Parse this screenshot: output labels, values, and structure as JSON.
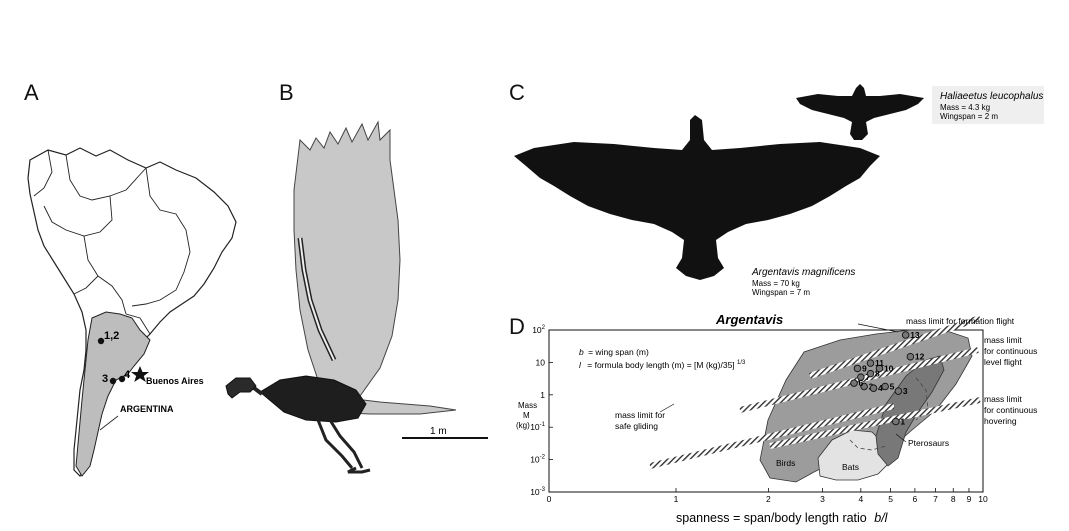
{
  "panels": {
    "a": {
      "letter": "A",
      "city_label": "Buenos Aires",
      "country_label": "ARGENTINA",
      "sites": [
        "1,2",
        "3",
        "4"
      ]
    },
    "b": {
      "letter": "B",
      "scale_label": "1 m"
    },
    "c": {
      "letter": "C",
      "large_bird": {
        "name": "Argentavis magnificens",
        "mass": "Mass = 70 kg",
        "wingspan": "Wingspan = 7 m"
      },
      "small_bird": {
        "name": "Haliaeetus leucophalus",
        "mass": "Mass = 4.3 kg",
        "wingspan": "Wingspan = 2 m"
      }
    },
    "d": {
      "letter": "D",
      "title": "Argentavis",
      "legend_b": "= wing span (m)",
      "legend_b_sym": "b",
      "legend_l": "= formula body length (m) = [M (kg)/35]",
      "legend_l_sym": "l",
      "legend_l_exp": "1/3",
      "ylabel_lines": [
        "Mass",
        "M",
        "(kg)"
      ],
      "xlabel": "spanness = span/body length ratio",
      "xlabel_sym": "b/l",
      "group_labels": {
        "birds": "Birds",
        "bats": "Bats",
        "pterosaurs": "Pterosaurs"
      },
      "limit_labels": {
        "formation": "mass limit for formation flight",
        "level": [
          "mass limit",
          "for continuous",
          "level flight"
        ],
        "hovering": [
          "mass limit",
          "for continuous",
          "hovering"
        ],
        "gliding": [
          "mass limit for",
          "safe gliding"
        ]
      },
      "point_numbers": [
        "1",
        "2",
        "3",
        "4",
        "5",
        "6",
        "7",
        "8",
        "9",
        "10",
        "11",
        "12",
        "13"
      ]
    }
  },
  "chart_data": {
    "type": "scatter",
    "x_scale": "log",
    "y_scale": "log",
    "xlim": [
      0,
      10
    ],
    "ylim": [
      0.001,
      100
    ],
    "x_tick_labels": [
      "0",
      "1",
      "2",
      "3",
      "4",
      "5",
      "6",
      "7",
      "8",
      "9",
      "10"
    ],
    "y_tick_labels": [
      "10^-3",
      "10^-2",
      "10^-1",
      "1",
      "10",
      "10^2"
    ],
    "x_ticks": [
      0,
      1,
      2,
      3,
      4,
      5,
      6,
      7,
      8,
      9,
      10
    ],
    "y_ticks": [
      0.001,
      0.01,
      0.1,
      1,
      10,
      100
    ],
    "series": [
      {
        "name": "",
        "points": [
          {
            "label": "1",
            "x": 5.2,
            "y": 0.15
          },
          {
            "label": "2",
            "x": 4.1,
            "y": 1.8
          },
          {
            "label": "3",
            "x": 5.3,
            "y": 1.3
          },
          {
            "label": "4",
            "x": 4.4,
            "y": 1.6
          },
          {
            "label": "5",
            "x": 4.8,
            "y": 1.8
          },
          {
            "label": "6",
            "x": 3.8,
            "y": 2.3
          },
          {
            "label": "7",
            "x": 4.0,
            "y": 3.5
          },
          {
            "label": "8",
            "x": 4.3,
            "y": 4.5
          },
          {
            "label": "9",
            "x": 3.9,
            "y": 6.5
          },
          {
            "label": "10",
            "x": 4.6,
            "y": 6.5
          },
          {
            "label": "11",
            "x": 4.3,
            "y": 9.5
          },
          {
            "label": "12",
            "x": 5.8,
            "y": 15
          },
          {
            "label": "13",
            "x": 5.6,
            "y": 70
          }
        ]
      }
    ]
  }
}
